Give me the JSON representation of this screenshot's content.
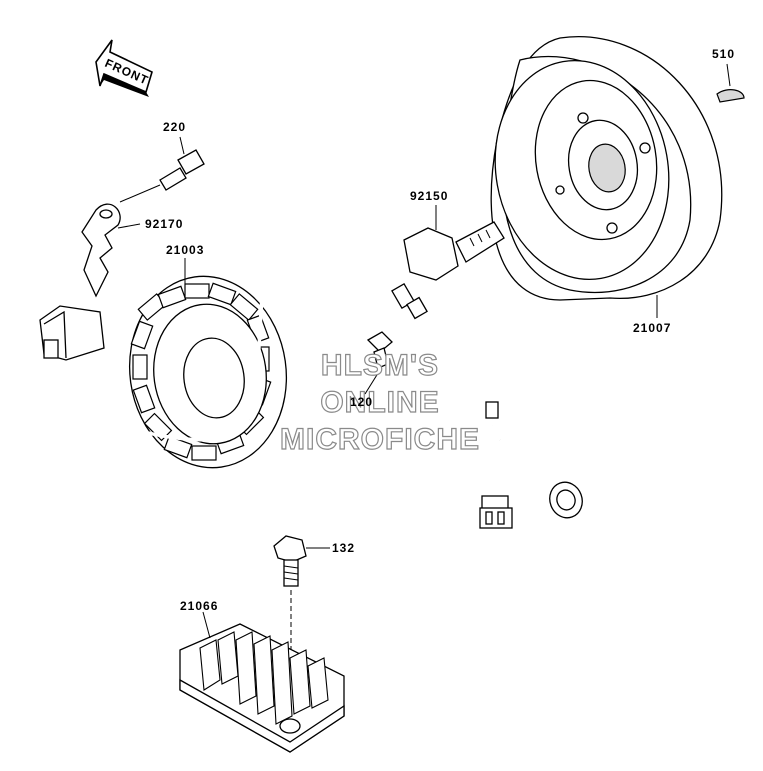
{
  "parts": {
    "p510": "510",
    "p220": "220",
    "p92170": "92170",
    "p21003": "21003",
    "p92150": "92150",
    "p21007": "21007",
    "p120": "120",
    "p132": "132",
    "p21066": "21066"
  },
  "front_label": "FRONT",
  "watermark": {
    "line1": "HLSM'S",
    "line2": "ONLINE",
    "line3": "MICROFICHE"
  }
}
